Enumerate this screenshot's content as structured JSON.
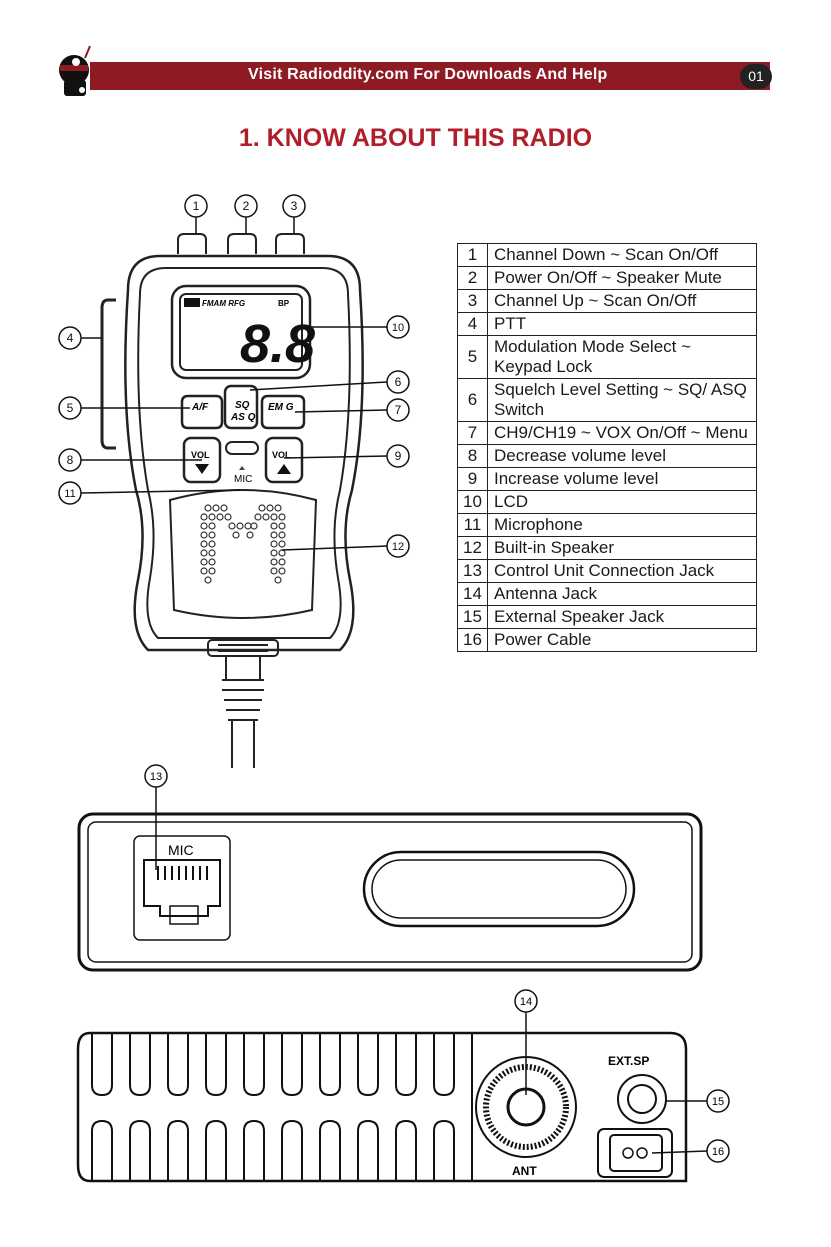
{
  "header": {
    "banner_text": "Visit Radioddity.com For Downloads And Help",
    "page_number": "01"
  },
  "title": "1. KNOW ABOUT THIS RADIO",
  "callouts": [
    "1",
    "2",
    "3",
    "4",
    "5",
    "6",
    "7",
    "8",
    "9",
    "10",
    "11",
    "12",
    "13",
    "14",
    "15",
    "16"
  ],
  "mic_labels": {
    "lcd_top_left": "FMAM RFG",
    "lcd_top_right": "BP",
    "lcd_digits": "8.8",
    "af_button": "A/F",
    "sq_button_line1": "SQ",
    "sq_button_line2": "AS Q",
    "emg_button": "EM G",
    "vol_left": "VOL",
    "vol_right": "VOL",
    "mic": "MIC"
  },
  "panel_labels": {
    "mic_jack": "MIC",
    "ext_sp": "EXT.SP",
    "ant": "ANT"
  },
  "legend": [
    {
      "num": "1",
      "desc": "Channel Down ~ Scan On/Off"
    },
    {
      "num": "2",
      "desc": "Power On/Off ~ Speaker Mute"
    },
    {
      "num": "3",
      "desc": "Channel Up ~ Scan On/Off"
    },
    {
      "num": "4",
      "desc": "PTT"
    },
    {
      "num": "5",
      "desc": "Modulation Mode Select ~ Keypad Lock"
    },
    {
      "num": "6",
      "desc": "Squelch Level Setting ~ SQ/ ASQ Switch"
    },
    {
      "num": "7",
      "desc": "CH9/CH19 ~ VOX On/Off ~ Menu"
    },
    {
      "num": "8",
      "desc": "Decrease volume level"
    },
    {
      "num": "9",
      "desc": "Increase volume level"
    },
    {
      "num": "10",
      "desc": "LCD"
    },
    {
      "num": "11",
      "desc": "Microphone"
    },
    {
      "num": "12",
      "desc": "Built-in Speaker"
    },
    {
      "num": "13",
      "desc": "Control Unit Connection Jack"
    },
    {
      "num": "14",
      "desc": "Antenna Jack"
    },
    {
      "num": "15",
      "desc": "External Speaker Jack"
    },
    {
      "num": "16",
      "desc": "Power Cable"
    }
  ]
}
